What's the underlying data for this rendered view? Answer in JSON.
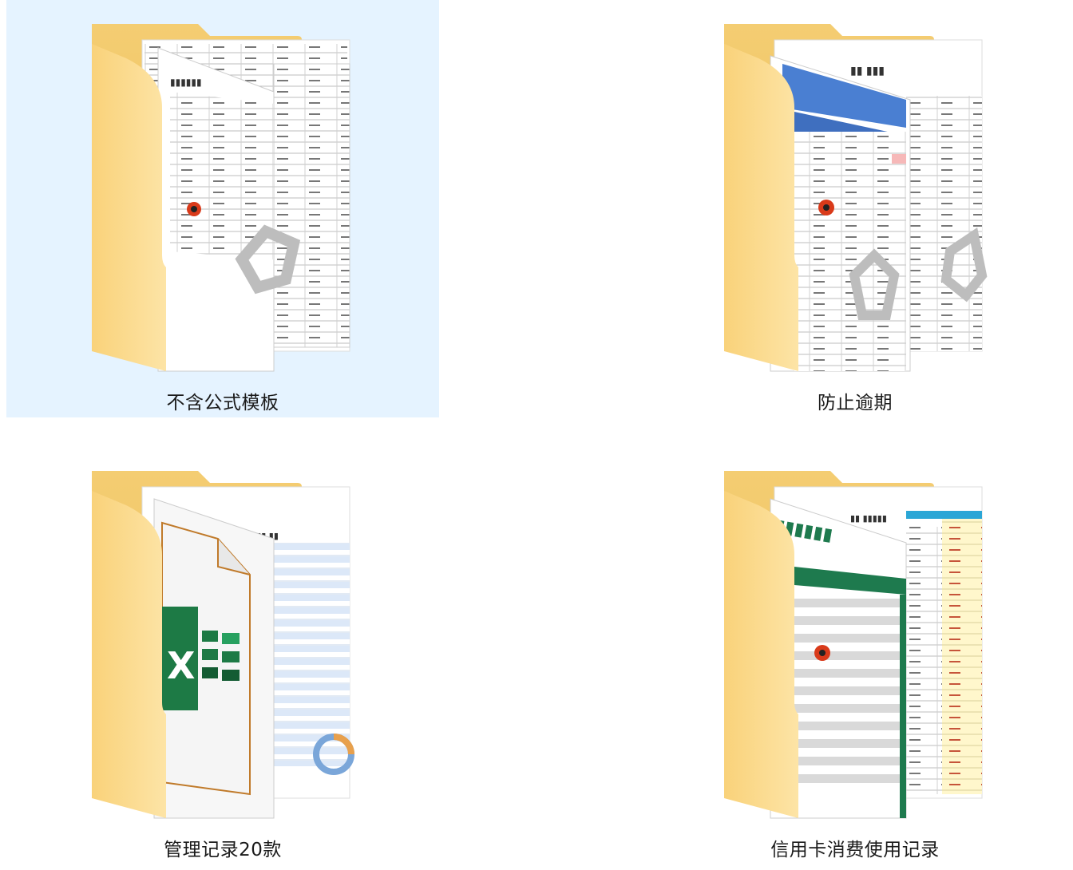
{
  "view": "large-icons",
  "folders": [
    {
      "name": "不含公式模板",
      "selected": true,
      "preview": "plain-sheets"
    },
    {
      "name": "防止逾期",
      "selected": false,
      "preview": "blue-credit-sheets"
    },
    {
      "name": "管理记录20款",
      "selected": false,
      "preview": "excel-file-icon"
    },
    {
      "name": "信用卡消费使用记录",
      "selected": false,
      "preview": "green-yellow-sheets"
    }
  ],
  "icons": {
    "folder": "folder-icon",
    "excel": "excel-icon",
    "logo": "watermark-logo-icon"
  },
  "colors": {
    "selection": "#e5f3ff",
    "folder_back": "#f5cf74",
    "folder_front": "#fbd98a",
    "excel_green": "#1d7a45",
    "sheet_blue": "#4a7fd2",
    "sheet_green": "#1e7a4e"
  }
}
